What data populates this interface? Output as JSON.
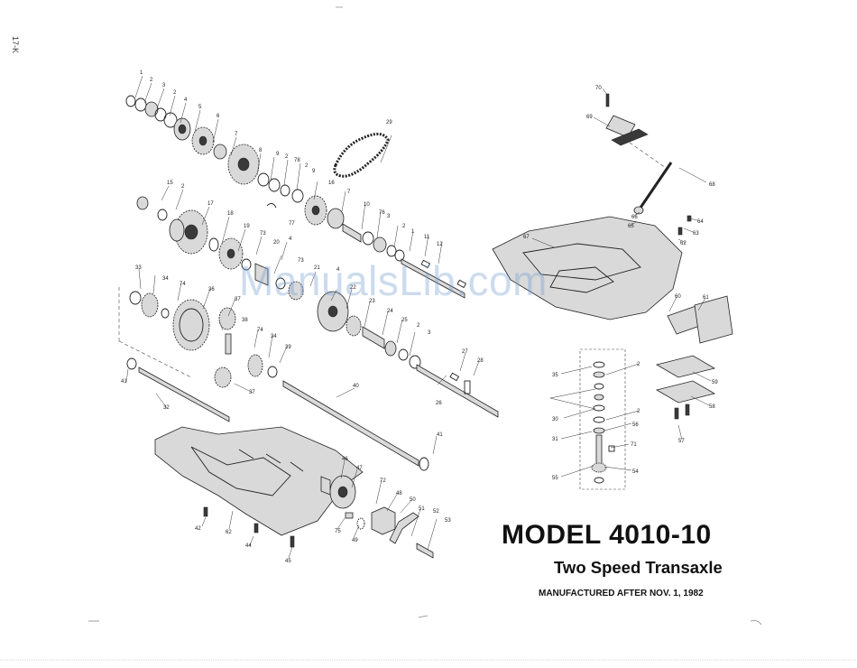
{
  "document": {
    "page_code": "17-K",
    "model_title": "MODEL 4010-10",
    "subtitle": "Two Speed Transaxle",
    "manufactured": "MANUFACTURED AFTER NOV. 1, 1982",
    "watermark": "ManualsLib.com"
  },
  "colors": {
    "ink": "#222222",
    "watermark": "#78a0d2",
    "background": "#ffffff"
  },
  "part_labels": [
    "1",
    "2",
    "3",
    "2",
    "4",
    "5",
    "6",
    "7",
    "8",
    "9",
    "2",
    "78",
    "2",
    "9",
    "77",
    "29",
    "15",
    "2",
    "17",
    "18",
    "19",
    "73",
    "20",
    "4",
    "73",
    "16",
    "7",
    "10",
    "76",
    "3",
    "2",
    "1",
    "11",
    "12",
    "33",
    "34",
    "74",
    "36",
    "37",
    "38",
    "74",
    "34",
    "39",
    "21",
    "4",
    "22",
    "23",
    "24",
    "25",
    "2",
    "3",
    "27",
    "28",
    "26",
    "41",
    "32",
    "37",
    "40",
    "41",
    "42",
    "62",
    "44",
    "45",
    "46",
    "47",
    "72",
    "75",
    "48",
    "49",
    "50",
    "51",
    "52",
    "53",
    "70",
    "69",
    "68",
    "66",
    "65",
    "64",
    "63",
    "62",
    "67",
    "60",
    "61",
    "59",
    "58",
    "57",
    "35",
    "2",
    "30",
    "2",
    "31",
    "56",
    "71",
    "55",
    "54"
  ]
}
